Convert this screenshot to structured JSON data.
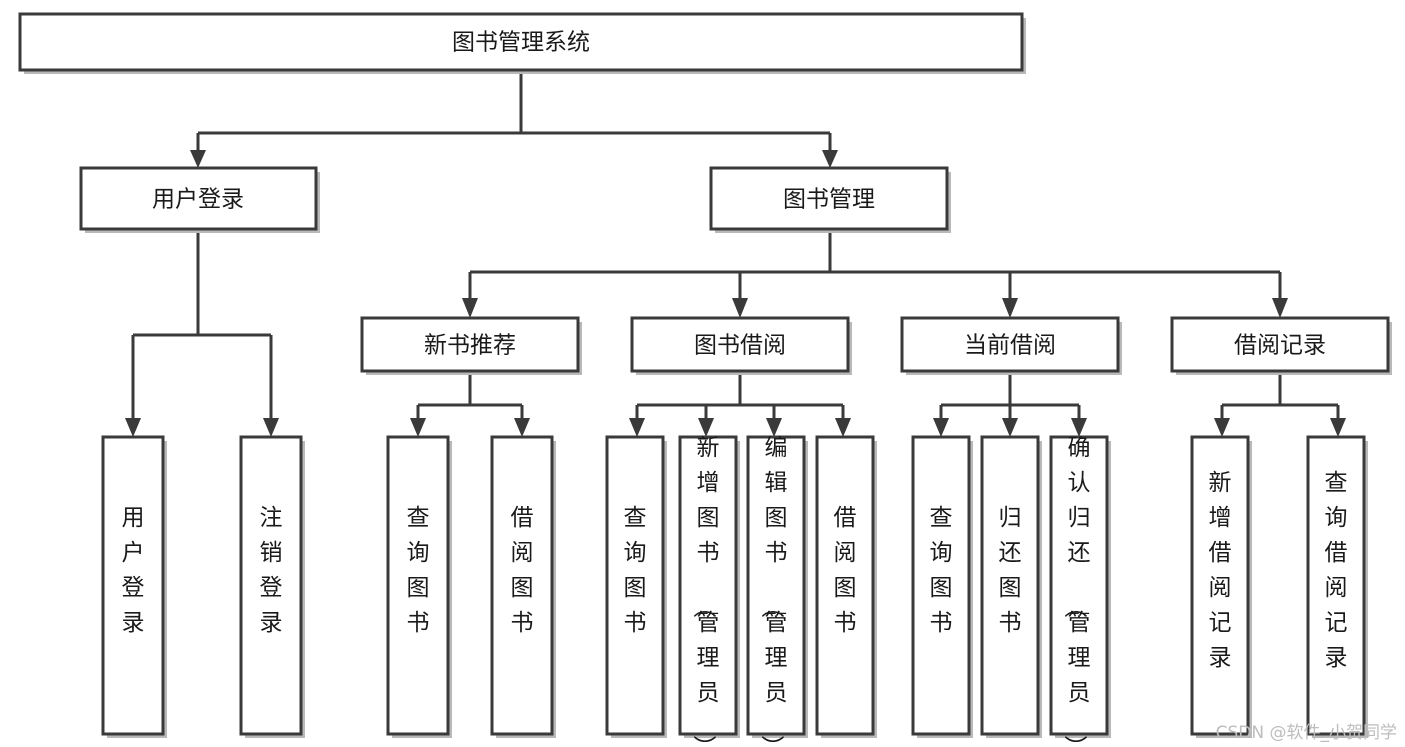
{
  "diagram": {
    "type": "tree",
    "title": "图书管理系统",
    "orientation": "top-down",
    "colors": {
      "box_fill": "#ffffff",
      "box_stroke": "#3a3a3a",
      "shadow": "#b9b9b9",
      "text": "#1a1a1a",
      "watermark": "#bdbdbd"
    },
    "root": {
      "label": "图书管理系统"
    },
    "level2": [
      {
        "label": "用户登录"
      },
      {
        "label": "图书管理"
      }
    ],
    "level3": [
      {
        "label": "新书推荐"
      },
      {
        "label": "图书借阅"
      },
      {
        "label": "当前借阅"
      },
      {
        "label": "借阅记录"
      }
    ],
    "leaves": {
      "user_login": [
        {
          "label": "用户登录"
        },
        {
          "label": "注销登录"
        }
      ],
      "new_book_recommend": [
        {
          "label": "查询图书"
        },
        {
          "label": "借阅图书"
        }
      ],
      "book_borrow": [
        {
          "label": "查询图书"
        },
        {
          "label": "新增图书（管理员）"
        },
        {
          "label": "编辑图书（管理员）"
        },
        {
          "label": "借阅图书"
        }
      ],
      "current_borrow": [
        {
          "label": "查询图书"
        },
        {
          "label": "归还图书"
        },
        {
          "label": "确认归还（管理员）"
        }
      ],
      "borrow_record": [
        {
          "label": "新增借阅记录"
        },
        {
          "label": "查询借阅记录"
        }
      ]
    }
  },
  "watermark": {
    "text": "CSDN @软件_小贺同学"
  }
}
